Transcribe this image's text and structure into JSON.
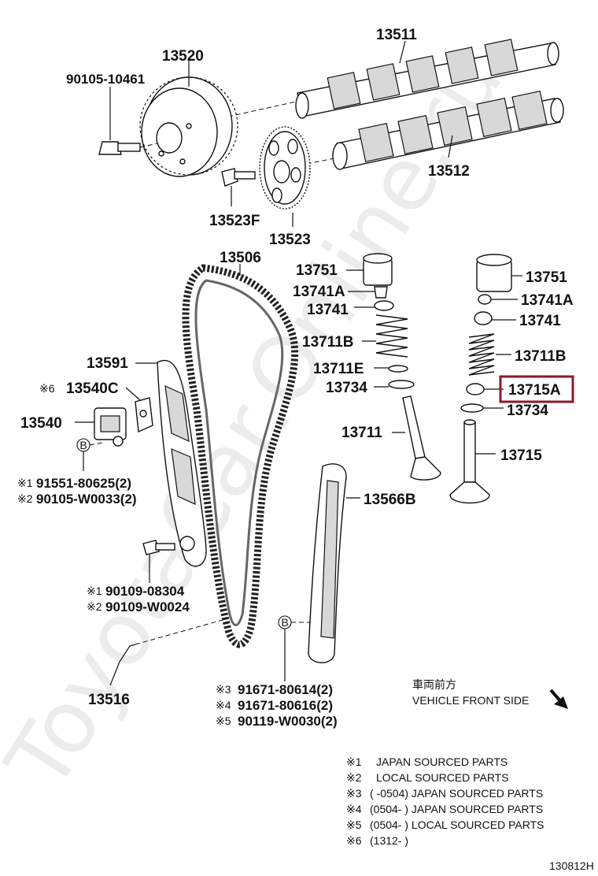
{
  "watermark": "ToyotaCar.Online.ru",
  "labels": {
    "p13511": "13511",
    "p13520": "13520",
    "p90105_10461": "90105-10461",
    "p13512": "13512",
    "p13523F": "13523F",
    "p13523": "13523",
    "p13506": "13506",
    "p13751_l": "13751",
    "p13741A_l": "13741A",
    "p13741_l": "13741",
    "p13711B_l": "13711B",
    "p13711E": "13711E",
    "p13734_l": "13734",
    "p13711": "13711",
    "p13751_r": "13751",
    "p13741A_r": "13741A",
    "p13741_r": "13741",
    "p13711B_r": "13711B",
    "p13715A": "13715A",
    "p13734_r": "13734",
    "p13715": "13715",
    "p13591": "13591",
    "p13540C": "13540C",
    "p13540C_mark": "※6",
    "p13540": "13540",
    "p91551_mark": "※1",
    "p91551": "91551-80625(2)",
    "p90105W_mark": "※2",
    "p90105W": "90105-W0033(2)",
    "p13566B": "13566B",
    "p90109_08304_mark": "※1",
    "p90109_08304": "90109-08304",
    "p90109_W0024_mark": "※2",
    "p90109_W0024": "90109-W0024",
    "p13516": "13516",
    "p91671_80614_mark": "※3",
    "p91671_80614": "91671-80614(2)",
    "p91671_80616_mark": "※4",
    "p91671_80616": "91671-80616(2)",
    "p90119_mark": "※5",
    "p90119": "90119-W0030(2)",
    "bolt_b": "B"
  },
  "direction": {
    "jp": "車両前方",
    "en": "VEHICLE FRONT SIDE"
  },
  "notes": [
    {
      "mark": "※1",
      "text": "JAPAN SOURCED PARTS"
    },
    {
      "mark": "※2",
      "text": "LOCAL SOURCED PARTS"
    },
    {
      "mark": "※3",
      "text": "(     -0504) JAPAN SOURCED PARTS"
    },
    {
      "mark": "※4",
      "text": "(0504-     ) JAPAN SOURCED PARTS"
    },
    {
      "mark": "※5",
      "text": "(0504-     ) LOCAL SOURCED PARTS"
    },
    {
      "mark": "※6",
      "text": "(1312-          )"
    }
  ],
  "diagram_code": "130812H",
  "highlight_color": "#8b1a2b"
}
